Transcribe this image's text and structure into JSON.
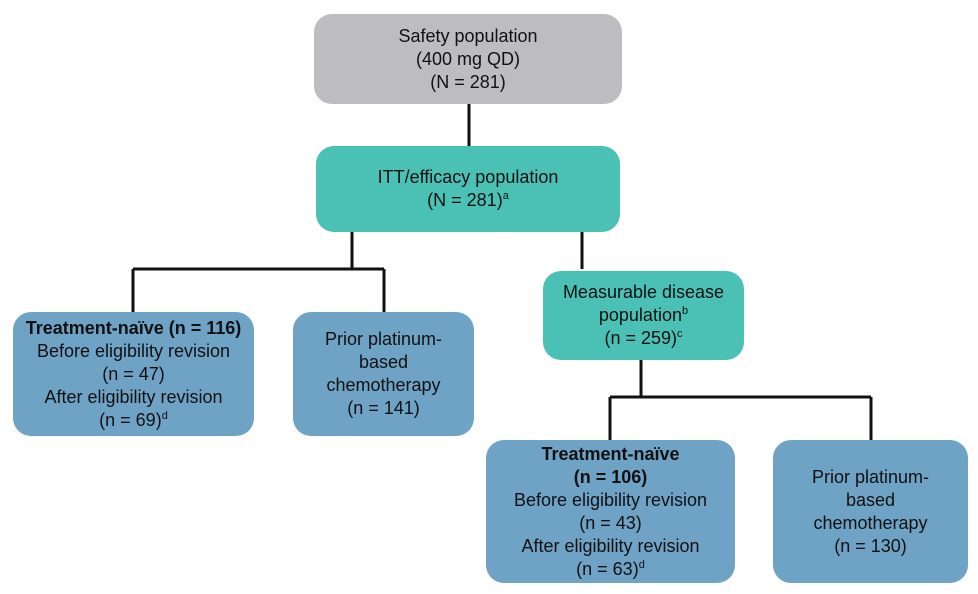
{
  "colors": {
    "gray": "#bdbdbf",
    "teal": "#4bc1b6",
    "blue": "#6fa3c6",
    "line": "#111111"
  },
  "nodes": {
    "safety": {
      "line1": "Safety population",
      "line2": "(400 mg QD)",
      "line3": "(N = 281)"
    },
    "itt": {
      "line1": "ITT/efficacy population",
      "line2": "(N = 281)",
      "sup2": "a"
    },
    "tn_itt": {
      "title": "Treatment-naïve (n = 116)",
      "line1": "Before eligibility revision",
      "line2": "(n = 47)",
      "line3": "After eligibility revision",
      "line4": "(n = 69)",
      "sup4": "d"
    },
    "plat_itt": {
      "line1": "Prior platinum-",
      "line2": "based",
      "line3": "chemotherapy",
      "line4": "(n = 141)"
    },
    "measurable": {
      "line1": "Measurable disease",
      "line2": "population",
      "sup2": "b",
      "line3": "(n = 259)",
      "sup3": "c"
    },
    "tn_meas": {
      "title1": "Treatment-naïve",
      "title2": "(n = 106)",
      "line1": "Before eligibility revision",
      "line2": "(n = 43)",
      "line3": "After eligibility revision",
      "line4": "(n = 63)",
      "sup4": "d"
    },
    "plat_meas": {
      "line1": "Prior platinum-",
      "line2": "based",
      "line3": "chemotherapy",
      "line4": "(n = 130)"
    }
  }
}
